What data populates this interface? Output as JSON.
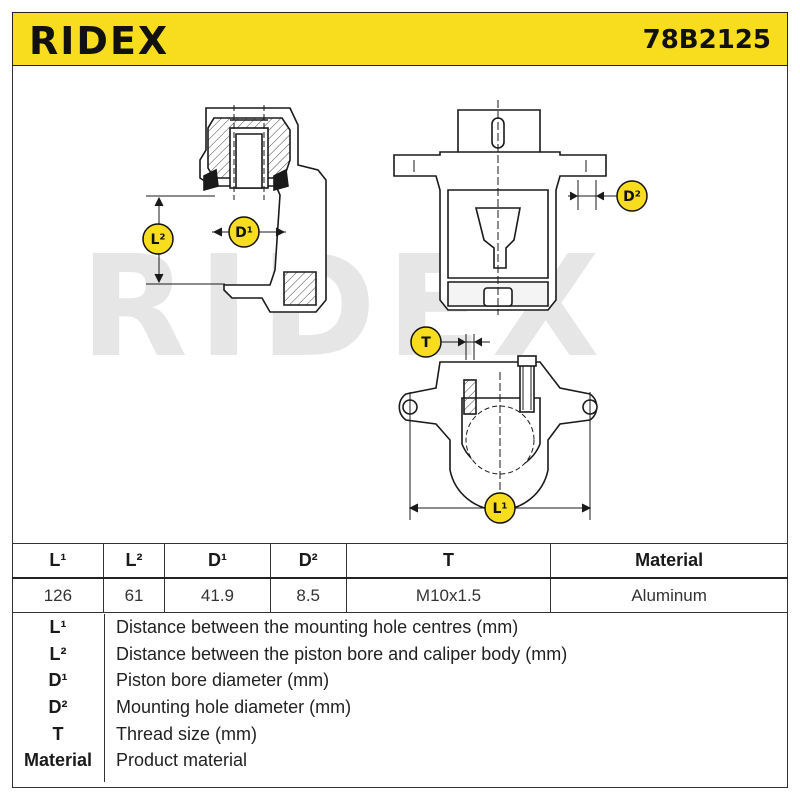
{
  "header": {
    "brand": "RIDEX",
    "part_number": "78B2125"
  },
  "drawing": {
    "watermark": "RIDEX",
    "labels": {
      "l1": "L¹",
      "l2": "L²",
      "d1": "D¹",
      "d2": "D²",
      "t": "T"
    }
  },
  "specs": {
    "columns": [
      "L¹",
      "L²",
      "D¹",
      "D²",
      "T",
      "Material"
    ],
    "values": [
      "126",
      "61",
      "41.9",
      "8.5",
      "M10x1.5",
      "Aluminum"
    ]
  },
  "legend": [
    {
      "key": "L¹",
      "desc": "Distance between the mounting hole centres (mm)"
    },
    {
      "key": "L²",
      "desc": "Distance between the piston bore and caliper body (mm)"
    },
    {
      "key": "D¹",
      "desc": "Piston bore diameter (mm)"
    },
    {
      "key": "D²",
      "desc": "Mounting hole diameter (mm)"
    },
    {
      "key": "T",
      "desc": "Thread size (mm)"
    },
    {
      "key": "Material",
      "desc": "Product material"
    }
  ],
  "colors": {
    "accent": "#f7dd1e",
    "line": "#1a1a1a"
  }
}
